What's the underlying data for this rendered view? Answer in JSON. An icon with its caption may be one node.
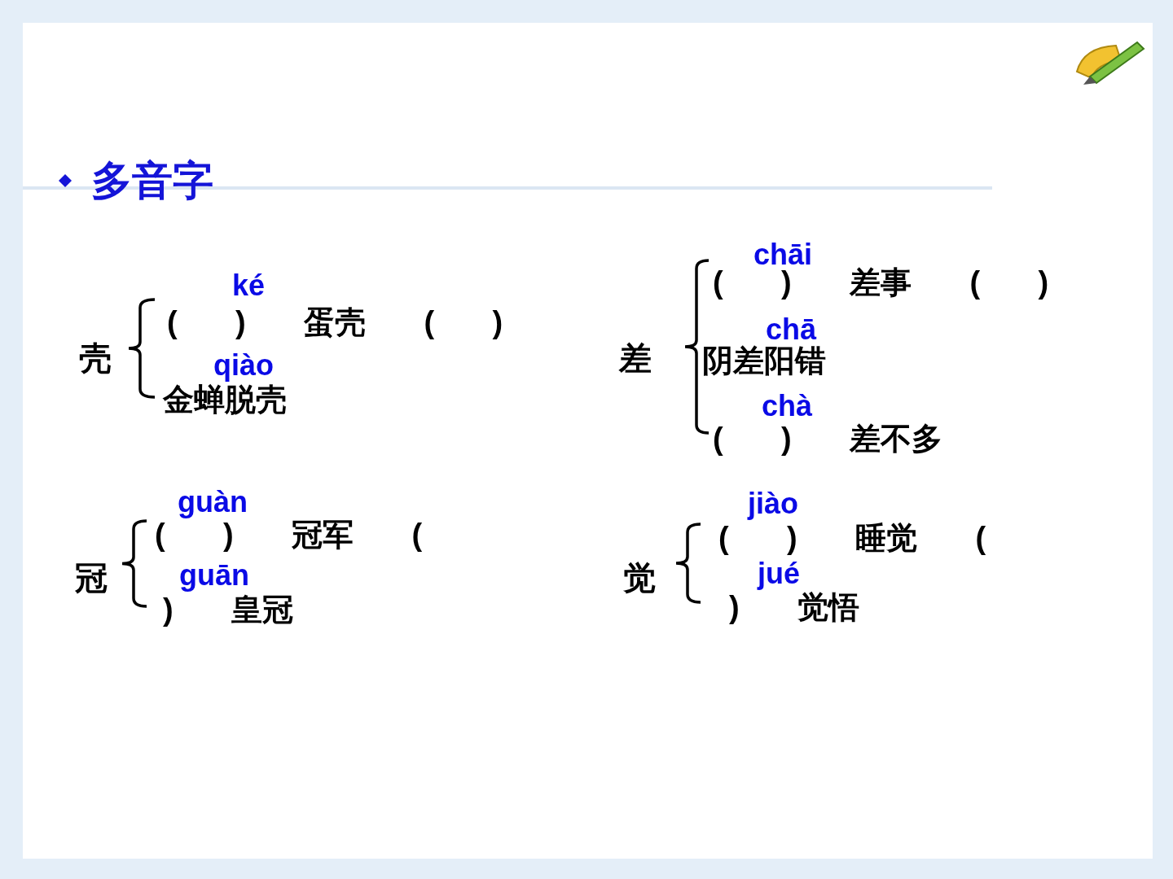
{
  "diagram": {
    "title": "多音字",
    "labels": [
      "壳",
      "ké",
      "( ) 蛋壳 ( )",
      "qiào",
      "金蝉脱壳",
      "差",
      "chāi",
      "( ) 差事 ( )",
      "chā",
      "阴差阳错",
      "chà",
      "( ) 差不多",
      "冠",
      "guàn",
      "( ) 冠军 (",
      "guān",
      ") 皇冠",
      "觉",
      "jiào",
      "( ) 睡觉 (",
      "jué",
      ") 觉悟"
    ]
  }
}
